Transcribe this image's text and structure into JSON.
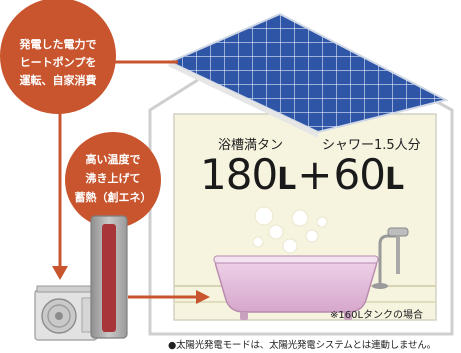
{
  "bubble_power": {
    "lines": [
      "発電した電力で",
      "ヒートポンプを",
      "運転、自家消費"
    ]
  },
  "bubble_heat": {
    "lines": [
      "高い温度で",
      "沸き上げて",
      "蓄熱（創エネ）"
    ]
  },
  "capacity": {
    "bath_label": "浴槽満タン",
    "shower_label": "シャワー1.5人分",
    "bath_value": "180",
    "bath_unit": "L",
    "plus": "+",
    "shower_value": "60",
    "shower_unit": "L"
  },
  "tank_note": "※160Lタンクの場合",
  "footnote": "●太陽光発電モードは、太陽光発電システムとは連動しません。",
  "colors": {
    "accent_orange": "#c8552e",
    "house_fill": "#f6f3df",
    "house_outline": "#c9c9c9",
    "panel_blue": "#2f55a6",
    "tank_red": "#a8353a",
    "bathtub_pink": "#e7c6e0"
  }
}
